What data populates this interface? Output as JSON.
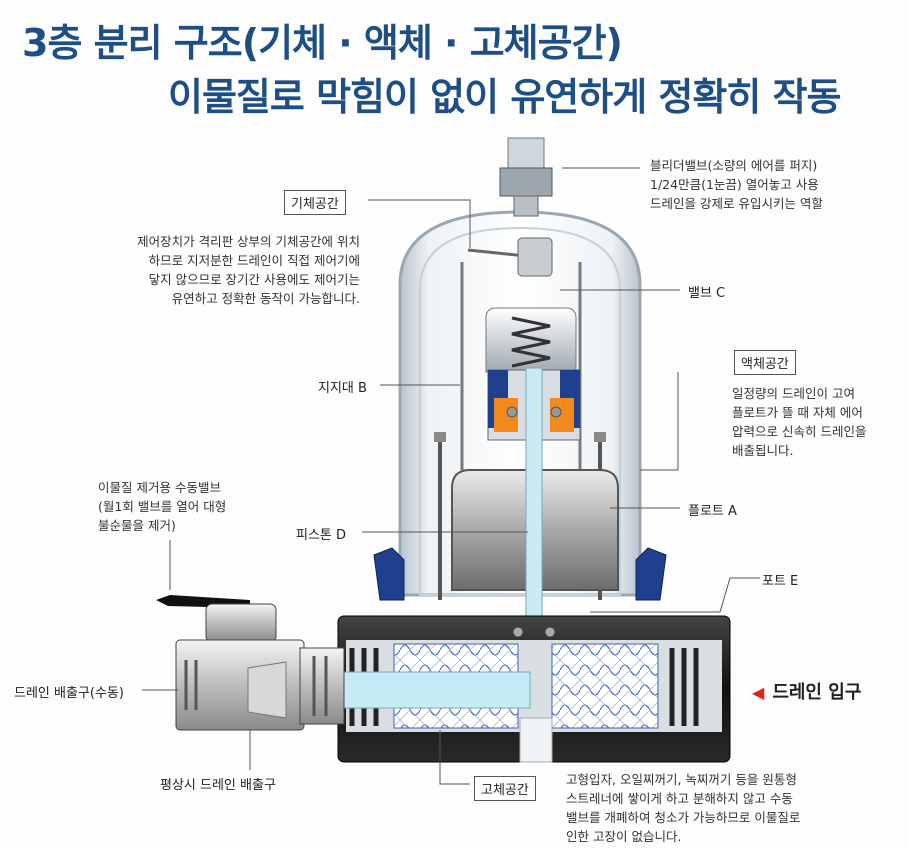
{
  "title": {
    "line1": "3층 분리 구조(기체 · 액체 · 고체공간)",
    "line2": "이물질로 막힘이 없이 유연하게 정확히 작동"
  },
  "labels": {
    "gas_space": "기체공간",
    "liquid_space": "액체공간",
    "solid_space": "고체공간",
    "valve_c": "밸브 C",
    "support_b": "지지대 B",
    "float_a": "플로트 A",
    "piston_d": "피스톤 D",
    "port_e": "포트 E",
    "drain_outlet_manual": "드레인 배출구(수동)",
    "drain_outlet_normal": "평상시 드레인 배출구",
    "drain_inlet": "드레인 입구"
  },
  "descriptions": {
    "bleeder": [
      "블리더밸브(소량의 에어를 퍼지)",
      "1/24만큼(1눈끔) 열어놓고 사용",
      "드레인을 강제로 유입시키는 역할"
    ],
    "gas": [
      "제어장치가 격리판 상부의 기체공간에 위치",
      "하므로 지저분한 드레인이 직접 제어기에",
      "닿지 않으므로 장기간 사용에도 제어기는",
      "유연하고 정확한 동작이 가능합니다."
    ],
    "liquid": [
      "일정량의 드레인이 고여",
      "플로트가 뜰 때 자체 에어",
      "압력으로 신속히 드레인을",
      "배출됩니다."
    ],
    "manual_valve": [
      "이물질 제거용 수동밸브",
      "(월1회 밸브를 열어 대형",
      "불순물을 제거)"
    ],
    "solid": [
      "고형입자, 오일찌꺼기, 녹찌꺼기 등을 원통형",
      "스트레너에 쌓이게 하고 분해하지 않고 수동",
      "밸브를 개폐하여 청소가 가능하므로 이물질로",
      "인한 고장이 없습니다."
    ]
  },
  "colors": {
    "title": "#1d4f86",
    "orange": "#f08a1c",
    "blue_seal": "#1f3f8f",
    "arrow": "#e2231a",
    "pipe_cyan": "#c8ecf6"
  }
}
